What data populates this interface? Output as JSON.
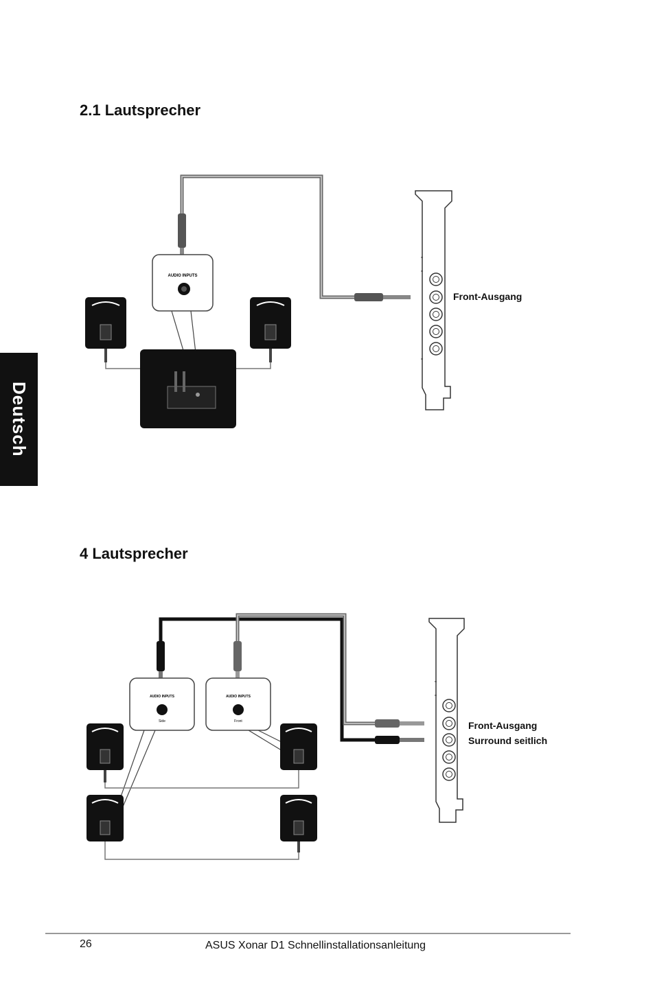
{
  "side_tab": {
    "label": "Deutsch"
  },
  "sections": [
    {
      "title": "2.1 Lautsprecher",
      "port_labels": [
        "Front-Ausgang"
      ],
      "panel_labels": [
        "AUDIO INPUTS"
      ]
    },
    {
      "title": "4 Lautsprecher",
      "port_labels": [
        "Front-Ausgang",
        "Surround seitlich"
      ],
      "panel_labels": [
        "AUDIO INPUTS",
        "AUDIO INPUTS"
      ],
      "panel_sublabels": [
        "Side",
        "Front"
      ]
    }
  ],
  "footer": {
    "page_number": "26",
    "title": "ASUS Xonar D1 Schnellinstallationsanleitung"
  }
}
